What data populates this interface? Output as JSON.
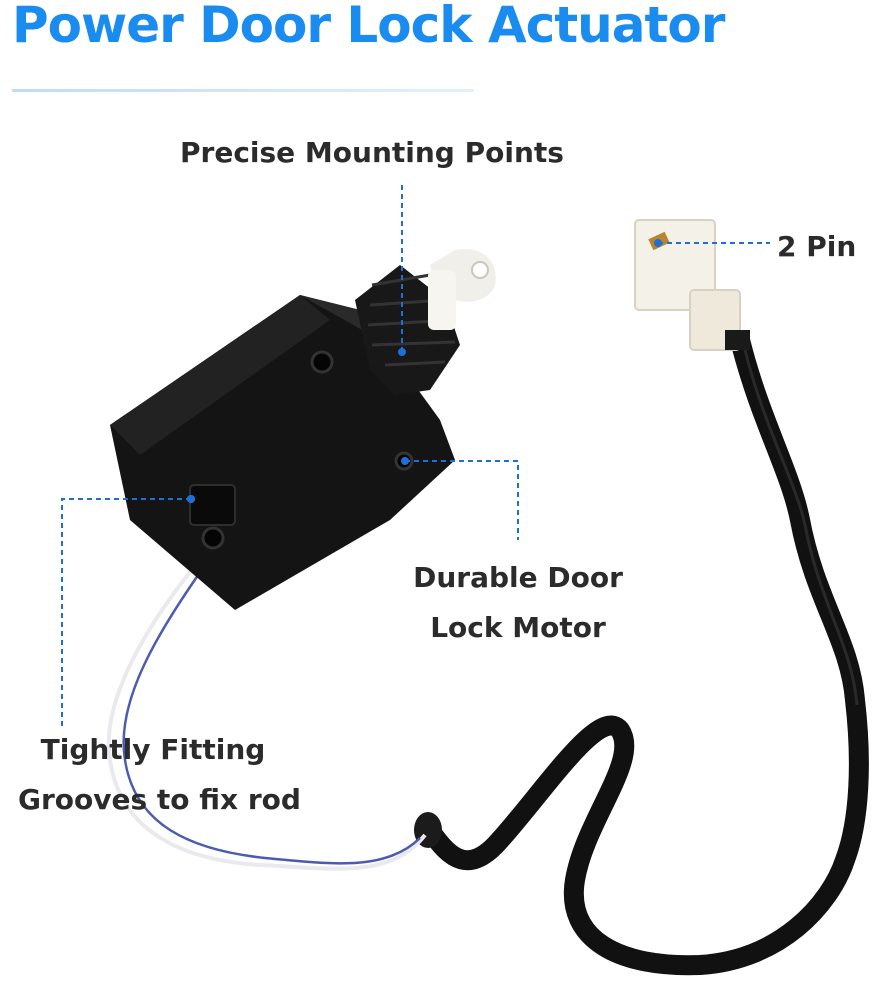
{
  "title": "Power Door Lock Actuator",
  "callouts": {
    "mounting": "Precise Mounting Points",
    "pin": "2 Pin",
    "motor_line1": "Durable Door",
    "motor_line2": "Lock Motor",
    "grooves_line1": "Tightly Fitting",
    "grooves_line2": "Grooves to fix rod"
  },
  "colors": {
    "title": "#1a8cf0",
    "callout_line": "#1e6fd9",
    "text": "#2b2b2b",
    "actuator_body": "#141414",
    "cable": "#111111",
    "connector": "#f4f1e8"
  }
}
